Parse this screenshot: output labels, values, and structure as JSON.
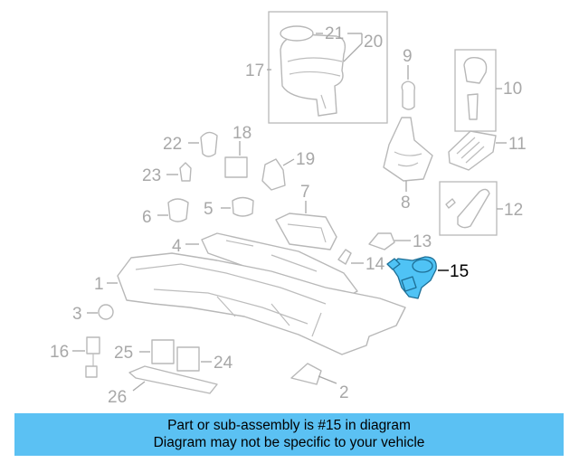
{
  "callouts": {
    "c1": "1",
    "c2": "2",
    "c3": "3",
    "c4": "4",
    "c5": "5",
    "c6": "6",
    "c7": "7",
    "c8": "8",
    "c9": "9",
    "c10": "10",
    "c11": "11",
    "c12": "12",
    "c13": "13",
    "c14": "14",
    "c15": "15",
    "c16": "16",
    "c17": "17",
    "c18": "18",
    "c19": "19",
    "c20": "20",
    "c21": "21",
    "c22": "22",
    "c23": "23",
    "c24": "24",
    "c25": "25",
    "c26": "26"
  },
  "highlighted_part": "15",
  "colors": {
    "highlight": "#4fc3f5",
    "banner": "#5bc1f3",
    "line": "#b8b8b8"
  },
  "banner": {
    "line1": "Part or sub-assembly is #15 in diagram",
    "line2": "Diagram may not be specific to your vehicle"
  }
}
